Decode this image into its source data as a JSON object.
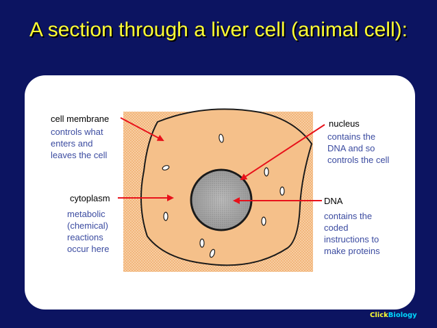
{
  "title": "A section through a liver cell (animal cell):",
  "labels": {
    "cell_membrane": {
      "name": "cell membrane",
      "desc": "controls what\nenters and\nleaves the cell"
    },
    "nucleus": {
      "name": "nucleus",
      "desc": "contains the\nDNA and so\ncontrols the cell"
    },
    "cytoplasm": {
      "name": "cytoplasm",
      "desc": "metabolic\n(chemical)\nreactions\noccur here"
    },
    "dna": {
      "name": "DNA",
      "desc": "contains the\ncoded\ninstructions to\nmake proteins"
    }
  },
  "brand": {
    "part1": "Click",
    "part2": "Biology"
  },
  "colors": {
    "background": "#0c1461",
    "title": "#ffff33",
    "arrow": "#e8111a",
    "cytoplasm": "#f5c08a",
    "nucleus": "#a8a8a8",
    "description_text": "#3b4ba0"
  }
}
